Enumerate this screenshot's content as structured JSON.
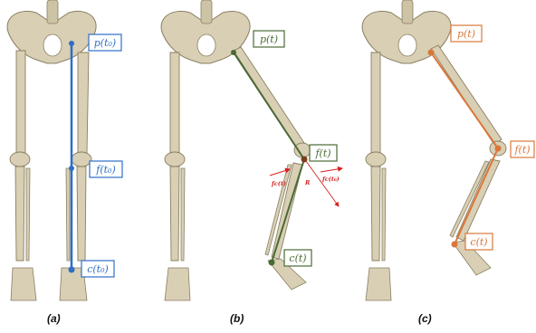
{
  "colors": {
    "bone": "#d8cfb4",
    "bone_dark": "#8a7f62",
    "blue": "#2e6fc7",
    "green": "#4a6a35",
    "orange": "#d9773a",
    "red": "#d62020"
  },
  "panels": [
    {
      "id": "a",
      "caption": "(a)",
      "labels": {
        "p": "p(t₀)",
        "f": "f(t₀)",
        "c": "c(t₀)"
      }
    },
    {
      "id": "b",
      "caption": "(b)",
      "labels": {
        "p": "p(t)",
        "f": "f(t)",
        "c": "c(t)"
      },
      "annotations": {
        "fc": "fc(t)",
        "R": "R",
        "fc0": "fc(t₀)"
      }
    },
    {
      "id": "c",
      "caption": "(c)",
      "labels": {
        "p": "p(t)",
        "f": "f(t)",
        "c": "c(t)"
      }
    }
  ]
}
